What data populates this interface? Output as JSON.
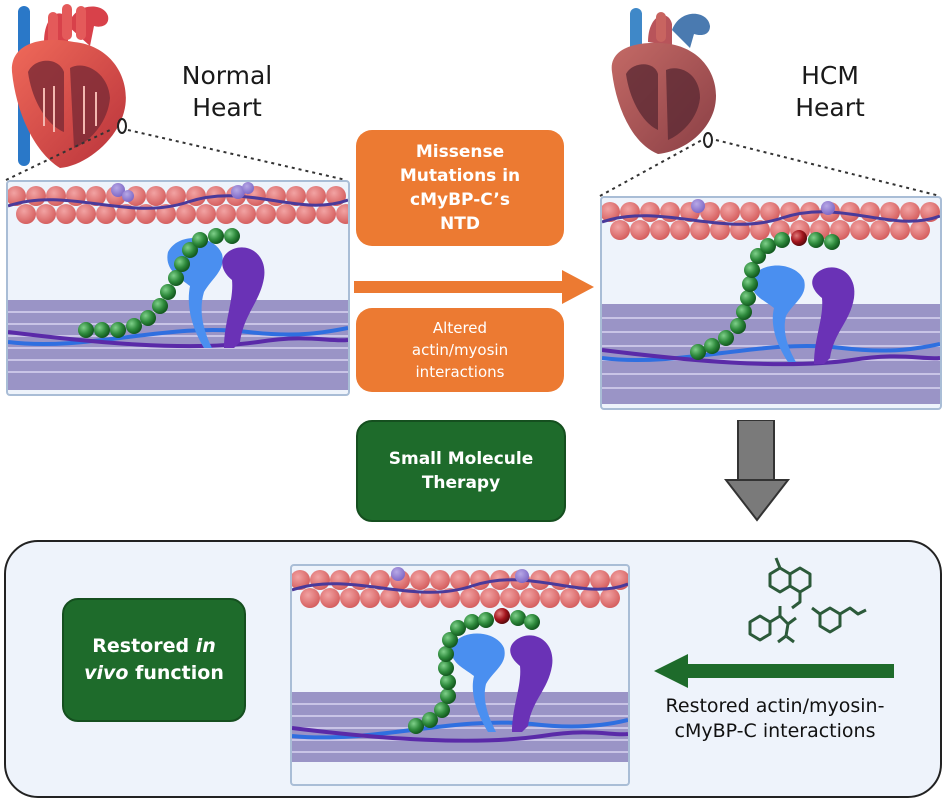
{
  "labels": {
    "normal_line1": "Normal",
    "normal_line2": "Heart",
    "hcm_line1": "HCM",
    "hcm_line2": "Heart"
  },
  "boxes": {
    "mutations": [
      "Missense",
      "Mutations in",
      "cMyBP-C’s",
      "NTD"
    ],
    "altered": [
      "Altered",
      "actin/myosin",
      "interactions"
    ],
    "therapy": [
      "Small Molecule",
      "Therapy"
    ],
    "restored_fn": {
      "part1": "Restored ",
      "italic1": "in",
      "italic2": "vivo",
      "part2": " function"
    }
  },
  "captions": {
    "restored_interactions": [
      "Restored actin/myosin-",
      "cMyBP-C interactions"
    ]
  },
  "colors": {
    "orange": "#ec7a32",
    "dark_green": "#1e6b2b",
    "gray_arrow": "#7a7a7a",
    "actin_red": "#e06a6a",
    "myosin_purple": "#5a3aa8",
    "mybpc_green": "#2e8a3c"
  }
}
